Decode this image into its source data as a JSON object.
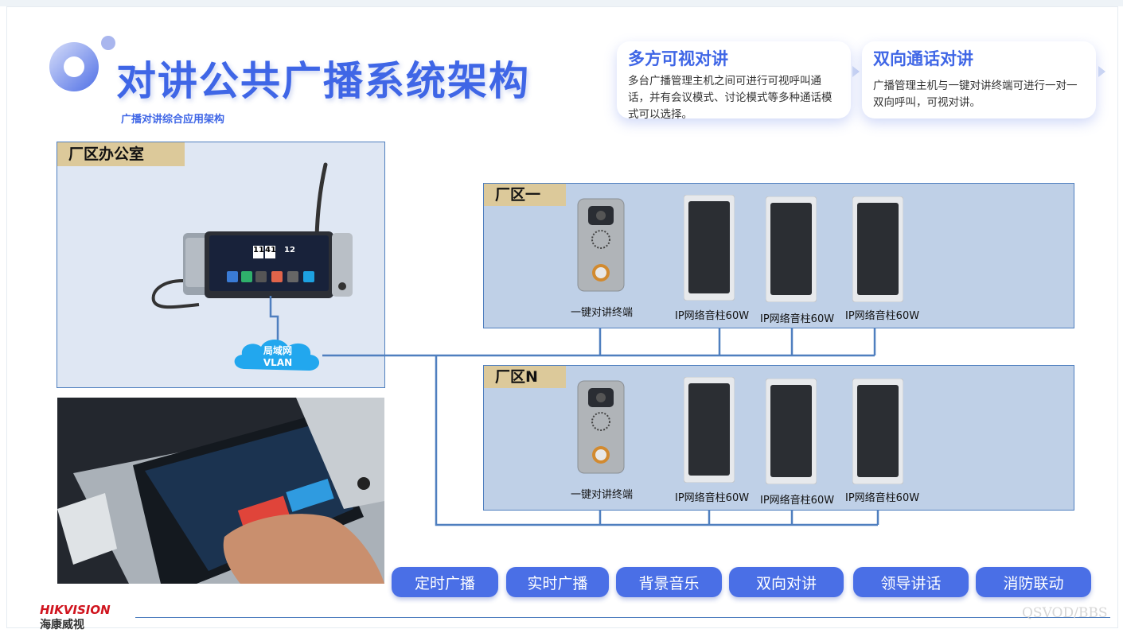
{
  "title": "对讲公共广播系统架构",
  "subtitle": "广播对讲综合应用架构",
  "features": [
    {
      "title": "多方可视对讲",
      "text": "多台广播管理主机之间可进行可视呼叫通话，并有会议模式、讨论模式等多种通话模式可以选择。"
    },
    {
      "title": "双向通话对讲",
      "text": "广播管理主机与一键对讲终端可进行一对一双向呼叫，可视对讲。"
    }
  ],
  "office": {
    "label": "厂区办公室",
    "host_screen": {
      "hour": "11",
      "minute": "41",
      "date": "12"
    },
    "cloud_line1": "局域网",
    "cloud_line2": "VLAN"
  },
  "zones": [
    {
      "label": "厂区一",
      "terminal": "一键对讲终端",
      "speakers": [
        "IP网络音柱60W",
        "IP网络音柱60W",
        "IP网络音柱60W"
      ]
    },
    {
      "label": "厂区N",
      "terminal": "一键对讲终端",
      "speakers": [
        "IP网络音柱60W",
        "IP网络音柱60W",
        "IP网络音柱60W"
      ]
    }
  ],
  "functions": [
    "定时广播",
    "实时广播",
    "背景音乐",
    "双向对讲",
    "领导讲话",
    "消防联动"
  ],
  "brand": {
    "en": "HIKVISION",
    "cn": "海康威视"
  },
  "watermark": "QSVOD/BBS",
  "colors": {
    "accent": "#3f66e6",
    "zone_bg": "#bfd0e7",
    "tag_bg": "#dcc99a",
    "line": "#4f7fbf",
    "button": "#4a6fe6"
  }
}
